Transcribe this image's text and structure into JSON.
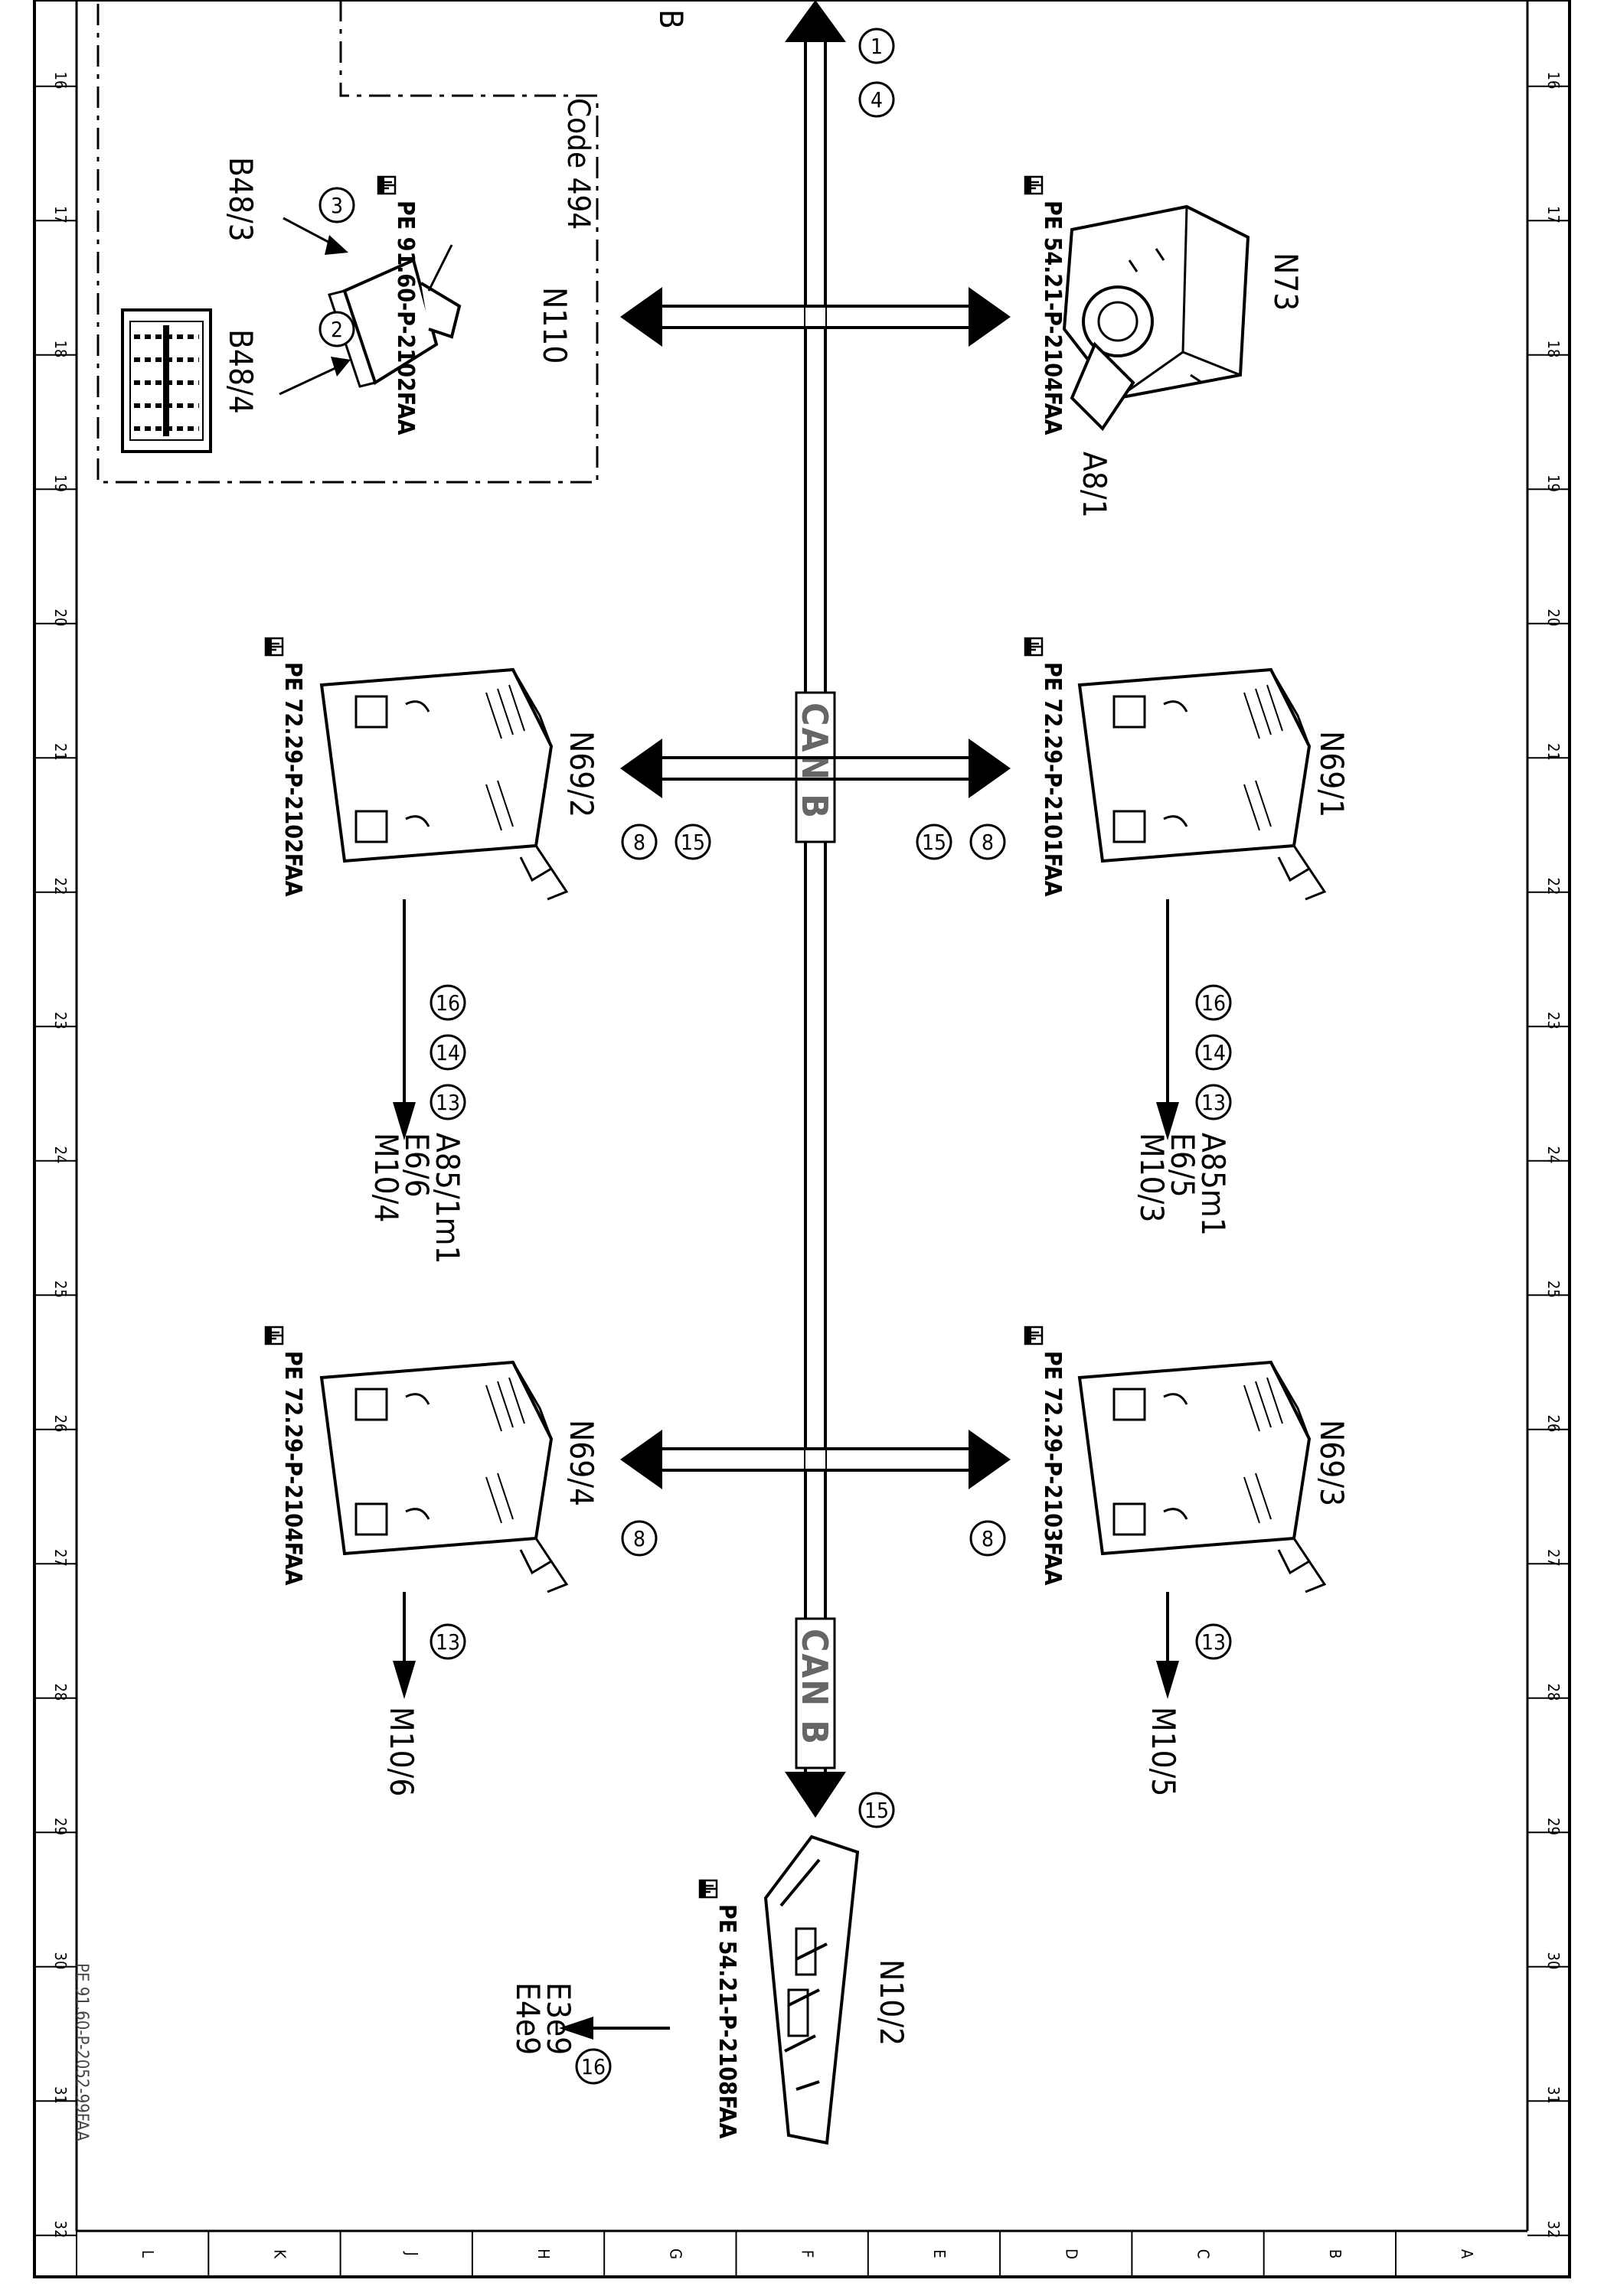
{
  "frame": {
    "row_numbers": [
      "16",
      "17",
      "18",
      "19",
      "20",
      "21",
      "22",
      "23",
      "24",
      "25",
      "26",
      "27",
      "28",
      "29",
      "30",
      "31",
      "32"
    ],
    "column_letters": [
      "L",
      "K",
      "J",
      "H",
      "G",
      "F",
      "E",
      "D",
      "C",
      "B",
      "A"
    ]
  },
  "bus": {
    "top_label": "B",
    "can_label_1": "CAN B",
    "can_label_2": "CAN B",
    "top_circles": [
      "1",
      "4"
    ],
    "bottom_circle": "15"
  },
  "code_box": {
    "label": "Code 494",
    "module": "N110",
    "module_ref": "PE 91.60-P-2102FAA",
    "sensor_1": "B48/3",
    "sensor_1_circle": "3",
    "sensor_2": "B48/4",
    "sensor_2_circle": "2"
  },
  "modules": {
    "n73": {
      "name": "N73",
      "ref": "PE 54.21-P-2104FAA",
      "sub": "A8/1"
    },
    "n69_1": {
      "name": "N69/1",
      "ref": "PE 72.29-P-2101FAA",
      "bus_circles": [
        "15",
        "8"
      ],
      "out_circles": [
        "16",
        "14",
        "13"
      ],
      "outputs": [
        "A85m1",
        "E6/5",
        "M10/3"
      ]
    },
    "n69_2": {
      "name": "N69/2",
      "ref": "PE 72.29-P-2102FAA",
      "bus_circles": [
        "15",
        "8"
      ],
      "out_circles": [
        "16",
        "14",
        "13"
      ],
      "outputs": [
        "A85/1m1",
        "E6/6",
        "M10/4"
      ]
    },
    "n69_3": {
      "name": "N69/3",
      "ref": "PE 72.29-P-2103FAA",
      "bus_circle": "8",
      "out_circle": "13",
      "output": "M10/5"
    },
    "n69_4": {
      "name": "N69/4",
      "ref": "PE 72.29-P-2104FAA",
      "bus_circle": "8",
      "out_circle": "13",
      "output": "M10/6"
    },
    "n10_2": {
      "name": "N10/2",
      "ref": "PE 54.21-P-2108FAA",
      "out_circle": "16",
      "outputs": [
        "E3e9",
        "E4e9"
      ]
    }
  },
  "document_id": "PE 91.60-P-2052-99FAA"
}
